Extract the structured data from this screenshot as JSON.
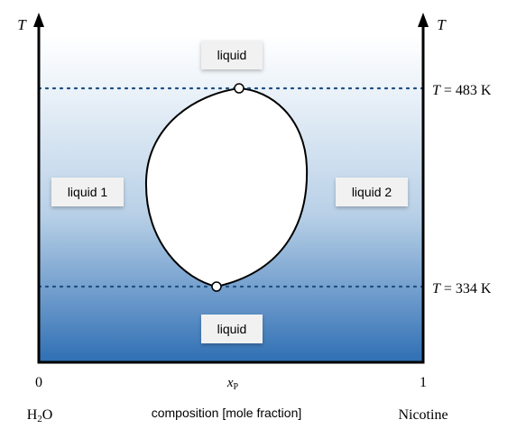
{
  "axes": {
    "left_axis_label": "T",
    "right_axis_label": "T",
    "x_min_label": "0",
    "x_max_label": "1",
    "x_mid_label": "x",
    "x_mid_subscript": "P",
    "x_label": "composition [mole fraction]"
  },
  "components": {
    "left": {
      "prefix": "H",
      "subscript": "2",
      "suffix": "O"
    },
    "right": "Nicotine"
  },
  "temperatures": {
    "upper": {
      "symbol": "T",
      "text": " = 483 K"
    },
    "lower": {
      "symbol": "T",
      "text": " = 334 K"
    }
  },
  "regions": {
    "top": "liquid",
    "bottom": "liquid",
    "left": "liquid 1",
    "right": "liquid 2"
  },
  "colors": {
    "gradient_top": "#ffffff",
    "gradient_bottom": "#2f6fb4",
    "line": "#000000",
    "dotted": "#1f4f82",
    "label_box": "#f1f1f1"
  }
}
